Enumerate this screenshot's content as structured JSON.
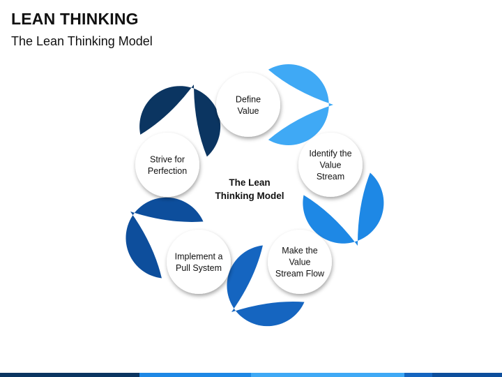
{
  "slide": {
    "title": "LEAN THINKING",
    "subtitle": "The Lean Thinking Model"
  },
  "diagram": {
    "center_label": [
      "The Lean",
      "Thinking Model"
    ],
    "nodes": [
      {
        "id": "define-value",
        "lines": [
          "Define",
          "Value"
        ],
        "color": "#3FA9F5"
      },
      {
        "id": "identify-value-stream",
        "lines": [
          "Identify the",
          "Value",
          "Stream"
        ],
        "color": "#1E88E5"
      },
      {
        "id": "make-value-stream-flow",
        "lines": [
          "Make the",
          "Value",
          "Stream Flow"
        ],
        "color": "#1565C0"
      },
      {
        "id": "implement-pull-system",
        "lines": [
          "Implement a",
          "Pull System"
        ],
        "color": "#0D4E9C"
      },
      {
        "id": "strive-for-perfection",
        "lines": [
          "Strive for",
          "Perfection"
        ],
        "color": "#0B3561"
      }
    ]
  },
  "footer": {
    "colors": [
      "#0B3561",
      "#1E88E5",
      "#3FA9F5",
      "#1565C0",
      "#0D4E9C"
    ]
  }
}
